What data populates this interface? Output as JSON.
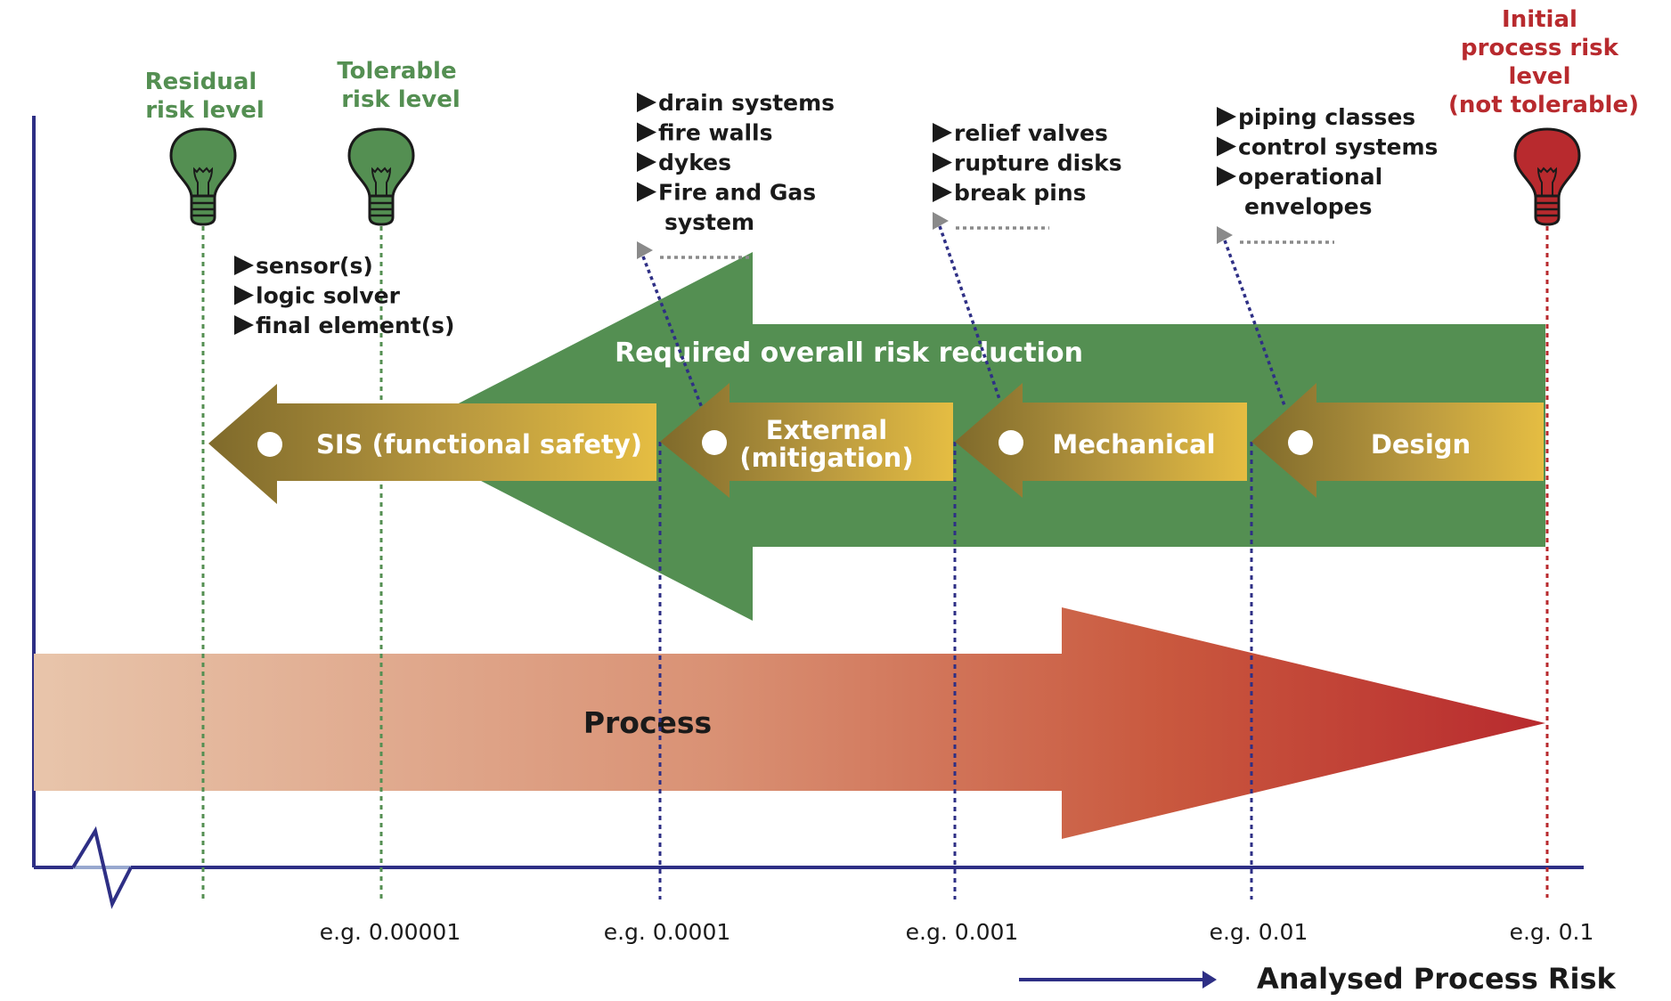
{
  "title": "Risk reduction layers diagram",
  "colors": {
    "green": "#548f52",
    "red": "#b82a2e",
    "axis_blue": "#2e2f85",
    "gold_dark": "#7f6a2b",
    "gold_light": "#e5bd42",
    "gray": "#8a8a8a"
  },
  "risk_levels": {
    "residual": {
      "lines": [
        "Residual",
        "risk level"
      ],
      "icon": "lightbulb-icon",
      "color": "green"
    },
    "tolerable": {
      "lines": [
        "Tolerable",
        "risk level"
      ],
      "icon": "lightbulb-icon",
      "color": "green"
    },
    "initial": {
      "lines": [
        "Initial",
        "process risk",
        "level",
        "(not tolerable)"
      ],
      "icon": "lightbulb-icon",
      "color": "red"
    }
  },
  "overall_band": {
    "label": "Required overall risk reduction"
  },
  "process_band": {
    "label": "Process"
  },
  "layers": [
    {
      "id": "sis",
      "label_lines": [
        "SIS (functional safety)"
      ],
      "items": [
        "sensor(s)",
        "logic solver",
        "final element(s)"
      ],
      "has_more": false
    },
    {
      "id": "external",
      "label_lines": [
        "External",
        "(mitigation)"
      ],
      "items": [
        "drain systems",
        "fire walls",
        "dykes",
        "Fire and Gas",
        "system"
      ],
      "has_more": true
    },
    {
      "id": "mechanical",
      "label_lines": [
        "Mechanical"
      ],
      "items": [
        "relief valves",
        "rupture disks",
        "break pins"
      ],
      "has_more": true
    },
    {
      "id": "design",
      "label_lines": [
        "Design"
      ],
      "items": [
        "piping classes",
        "control systems",
        "operational",
        "envelopes"
      ],
      "has_more": true
    }
  ],
  "axis": {
    "ticks": [
      "e.g. 0.00001",
      "e.g. 0.0001",
      "e.g. 0.001",
      "e.g. 0.01",
      "e.g. 0.1"
    ],
    "title": "Analysed Process Risk",
    "direction_arrow": "arrow-right-icon"
  }
}
